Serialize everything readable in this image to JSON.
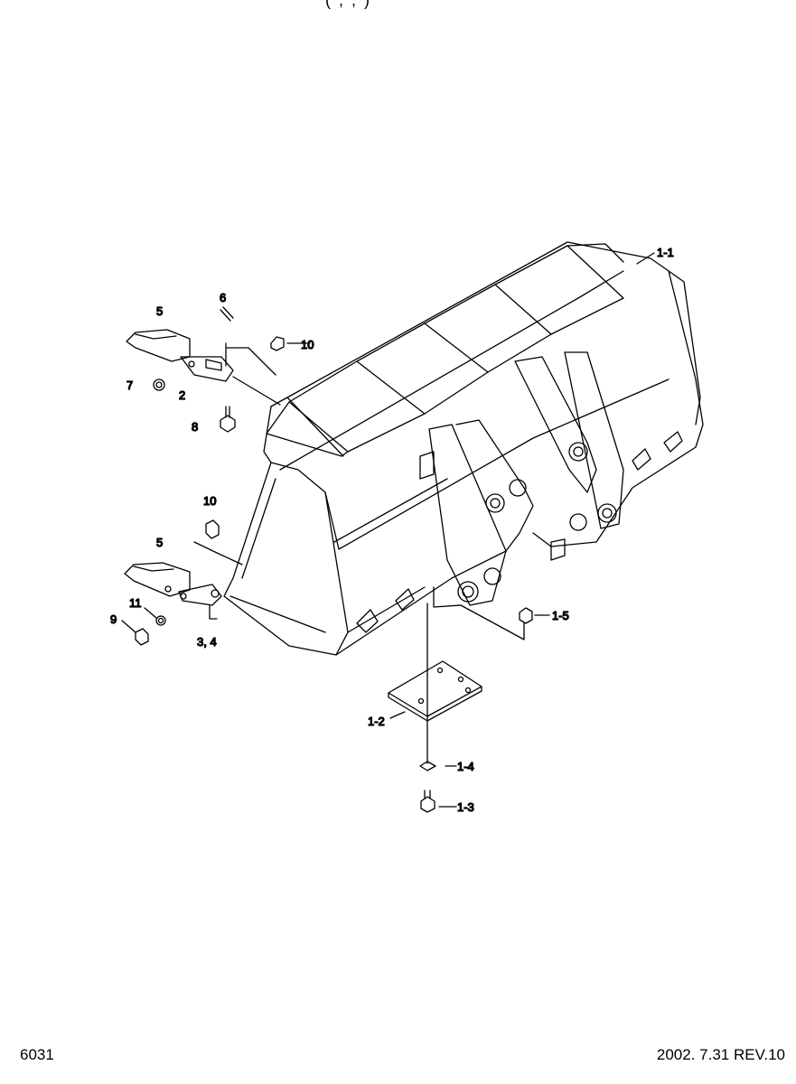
{
  "header_fragment": "(   ,   ,   )",
  "footer": {
    "page_number": "6031",
    "date_revision": "2002. 7.31  REV.10"
  },
  "callouts": {
    "c1_1": "1-1",
    "c1_2": "1-2",
    "c1_3": "1-3",
    "c1_4": "1-4",
    "c1_5": "1-5",
    "c2": "2",
    "c3_4": "3, 4",
    "c5_top": "5",
    "c5_bottom": "5",
    "c6": "6",
    "c7": "7",
    "c8": "8",
    "c9": "9",
    "c10_top": "10",
    "c10_left": "10",
    "c11": "11"
  }
}
